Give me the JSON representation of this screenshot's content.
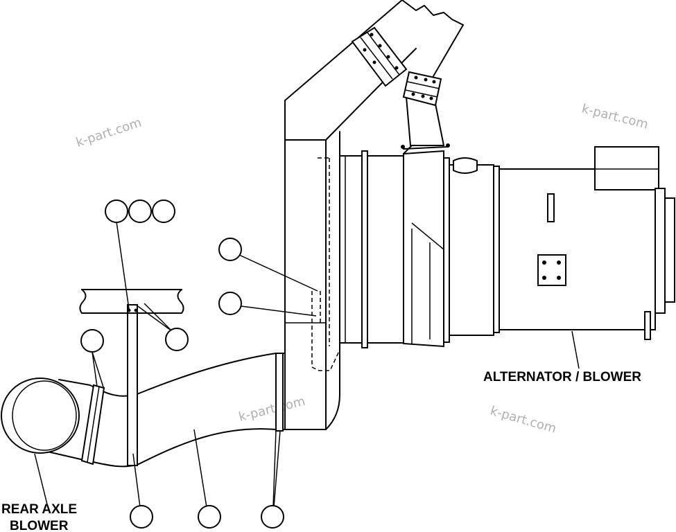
{
  "labels": {
    "alternator_blower": "ALTERNATOR / BLOWER",
    "rear_axle_blower_line1": "REAR AXLE",
    "rear_axle_blower_line2": "BLOWER"
  },
  "watermarks": [
    "k-part.com",
    "k-part.com",
    "k-part.com",
    "k-part.com"
  ],
  "callouts": {
    "count": 10,
    "numbers_visible": false
  },
  "colors": {
    "line": "#000000",
    "background": "#ffffff",
    "watermark": "#b0b0b0"
  }
}
